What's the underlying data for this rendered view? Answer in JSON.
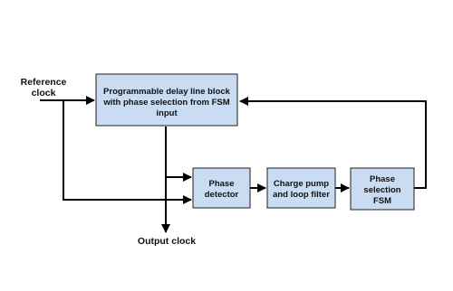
{
  "diagram": {
    "reference_clock": [
      "Reference",
      "clock"
    ],
    "output_clock": "Output clock",
    "blocks": {
      "delay_line": [
        "Programmable delay line block",
        "with phase selection from FSM",
        "input"
      ],
      "phase_detector": [
        "Phase",
        "detector"
      ],
      "charge_pump": [
        "Charge pump",
        "and loop filter"
      ],
      "fsm": [
        "Phase",
        "selection",
        "FSM"
      ]
    },
    "colors": {
      "block_fill": "#c9dcf2",
      "block_border": "#1f1f1f",
      "wire": "#000000"
    }
  }
}
